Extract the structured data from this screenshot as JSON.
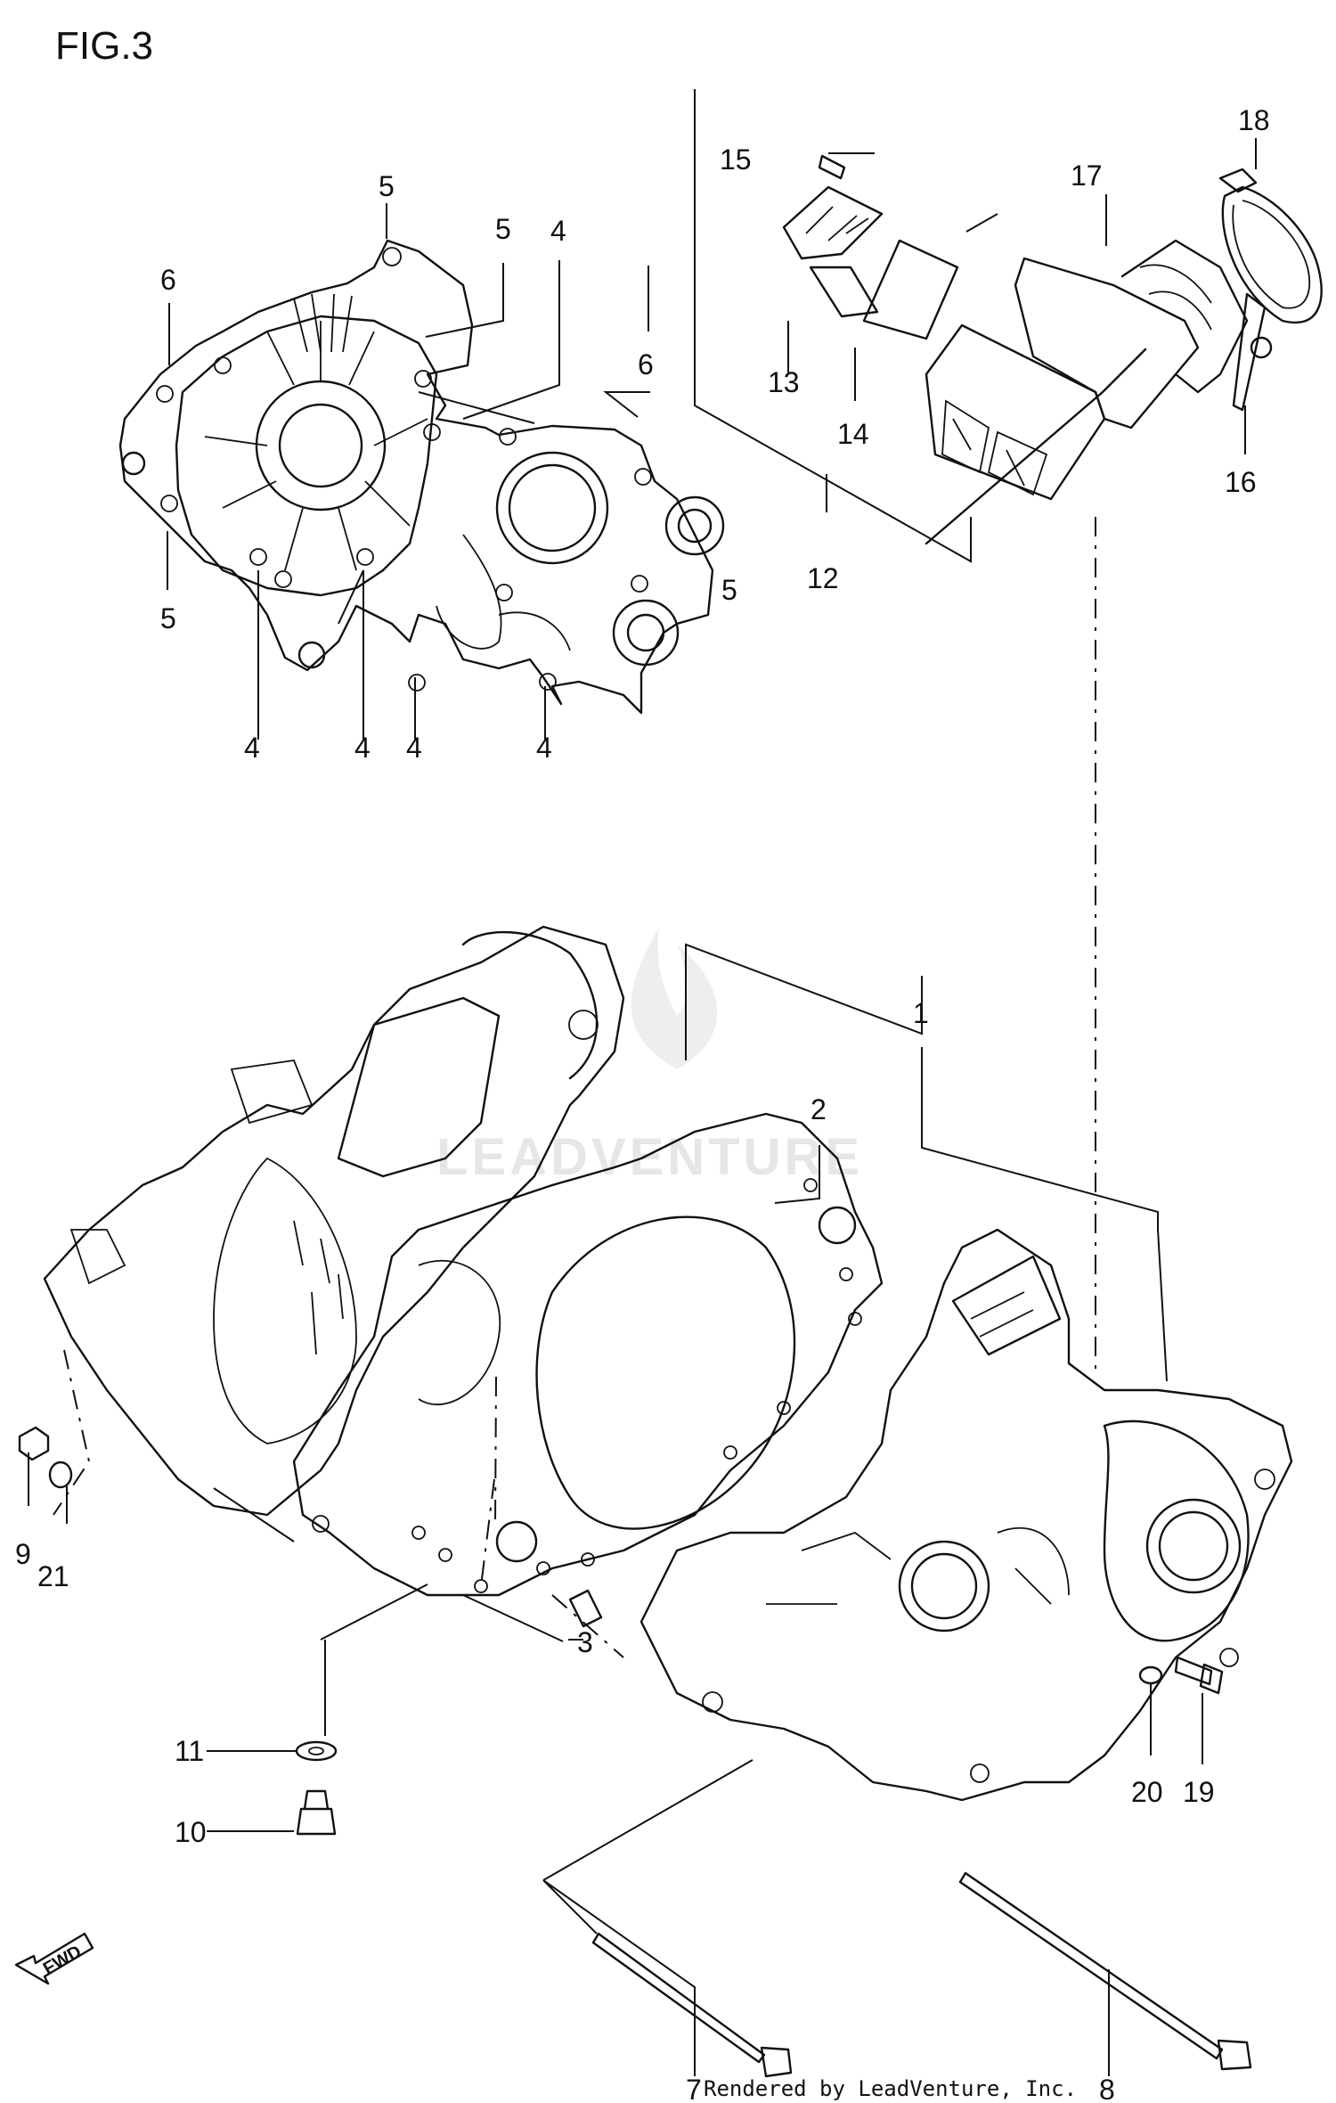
{
  "figure": {
    "title": "FIG.3",
    "credit": "Rendered by LeadVenture, Inc.",
    "watermark": "LEADVENTURE",
    "direction_arrow": "FWD"
  },
  "callouts": {
    "c1": "1",
    "c2": "2",
    "c3": "3",
    "c4a": "4",
    "c4b": "4",
    "c4c": "4",
    "c4d": "4",
    "c4e": "4",
    "c5a": "5",
    "c5b": "5",
    "c5c": "5",
    "c5d": "5",
    "c6a": "6",
    "c6b": "6",
    "c7": "7",
    "c8": "8",
    "c9": "9",
    "c10": "10",
    "c11": "11",
    "c12": "12",
    "c13": "13",
    "c14": "14",
    "c15": "15",
    "c16": "16",
    "c17": "17",
    "c18": "18",
    "c19": "19",
    "c20": "20",
    "c21": "21"
  }
}
